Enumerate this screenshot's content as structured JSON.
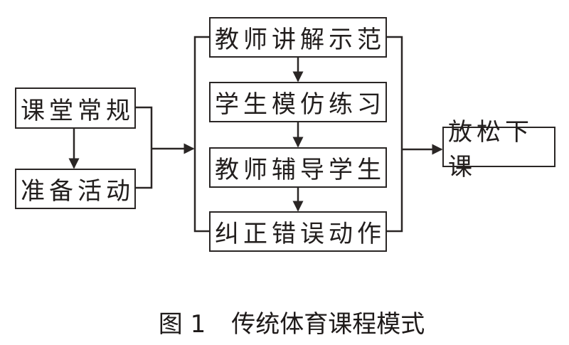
{
  "diagram": {
    "left_column": [
      {
        "id": "routine",
        "label": "课堂常规"
      },
      {
        "id": "prep",
        "label": "准备活动"
      }
    ],
    "middle_column": [
      {
        "id": "demo",
        "label": "教师讲解示范"
      },
      {
        "id": "imitate",
        "label": "学生模仿练习"
      },
      {
        "id": "guide",
        "label": "教师辅导学生"
      },
      {
        "id": "correct",
        "label": "纠正错误动作"
      }
    ],
    "end": {
      "id": "dismiss",
      "label": "放松下课"
    },
    "edges": [
      {
        "from": "routine",
        "to": "prep"
      },
      {
        "from": [
          "routine",
          "prep"
        ],
        "to": "middle_column"
      },
      {
        "from": "demo",
        "to": "imitate"
      },
      {
        "from": "imitate",
        "to": "guide"
      },
      {
        "from": "guide",
        "to": "correct"
      },
      {
        "from": "middle_column",
        "to": "dismiss"
      }
    ],
    "line_color": "#2a2625"
  },
  "caption": {
    "figure_number": "图 1",
    "title": "传统体育课程模式"
  }
}
